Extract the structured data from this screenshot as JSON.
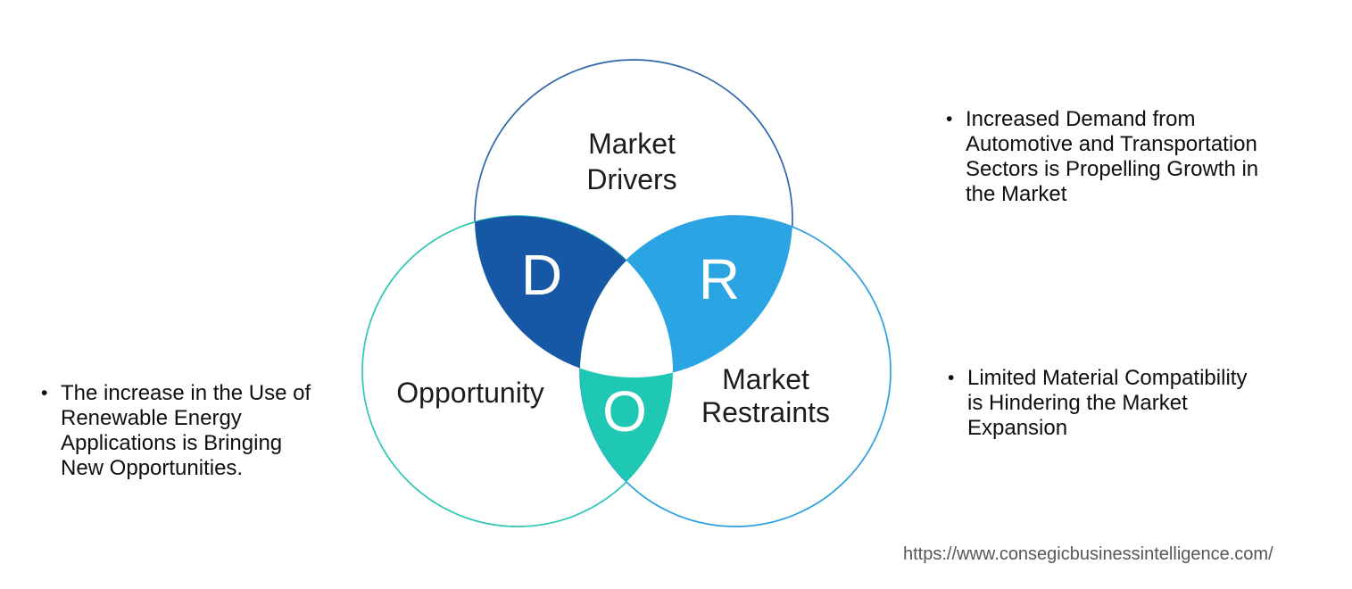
{
  "venn": {
    "drivers": {
      "label": "Market\nDrivers",
      "outline_color": "#2d66a9"
    },
    "opportunity": {
      "label": "Opportunity",
      "outline_color": "#2cc6b4"
    },
    "restraints": {
      "label": "Market\nRestraints",
      "outline_color": "#2d9fe0"
    },
    "intersections": {
      "d": {
        "letter": "D",
        "color": "#1658a5"
      },
      "r": {
        "letter": "R",
        "color": "#2ba4e4"
      },
      "o": {
        "letter": "O",
        "color": "#1fc8b2"
      }
    }
  },
  "notes": {
    "bullet_char": "•",
    "left": "The increase in the Use of\nRenewable Energy\nApplications is Bringing\nNew Opportunities.",
    "right_top": "Increased Demand from\nAutomotive and Transportation\nSectors is Propelling Growth in\nthe Market",
    "right_bottom": "Limited Material Compatibility\nis Hindering the Market\nExpansion"
  },
  "footer": {
    "url": "https://www.consegicbusinessintelligence.com/"
  }
}
